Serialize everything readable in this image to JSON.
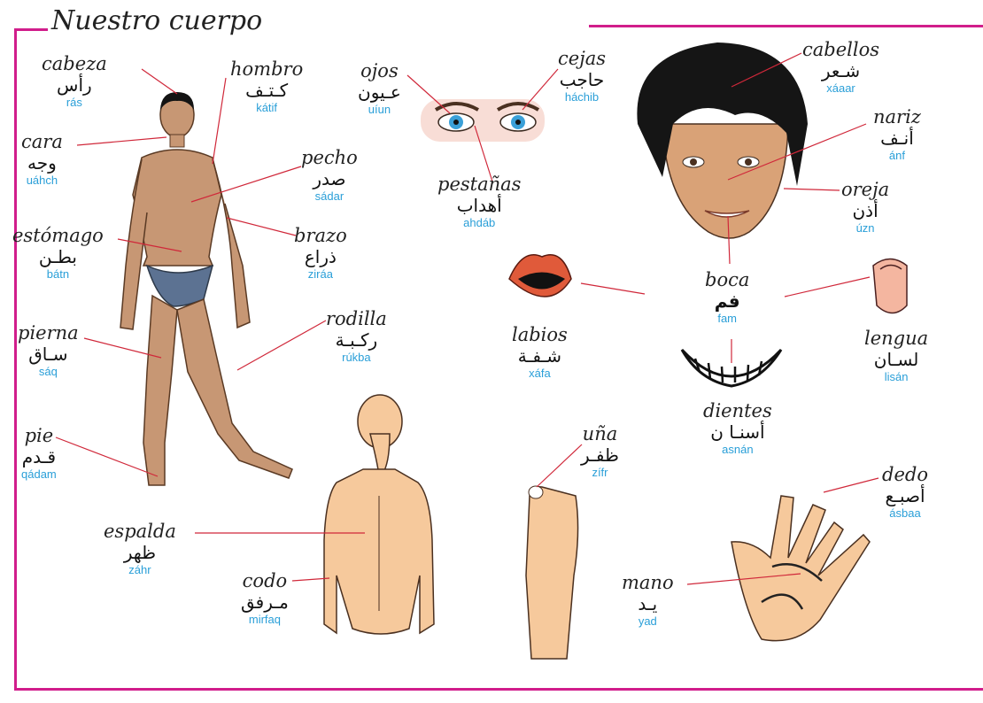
{
  "title": "Nuestro cuerpo",
  "colors": {
    "frame": "#d11d8b",
    "transliteration": "#2a9fd8",
    "leader_line": "#d0283a",
    "skin": "#c79774",
    "skin_light": "#f6c99c"
  },
  "labels": {
    "cabeza": {
      "es": "cabeza",
      "ar": "رأس",
      "tr": "rás"
    },
    "hombro": {
      "es": "hombro",
      "ar": "كـتـف",
      "tr": "kátif"
    },
    "cara": {
      "es": "cara",
      "ar": "وجه",
      "tr": "uáhch"
    },
    "pecho": {
      "es": "pecho",
      "ar": "صدر",
      "tr": "sádar"
    },
    "estomago": {
      "es": "estómago",
      "ar": "بطـن",
      "tr": "bátn"
    },
    "brazo": {
      "es": "brazo",
      "ar": "ذراع",
      "tr": "ziráa"
    },
    "pierna": {
      "es": "pierna",
      "ar": "سـاق",
      "tr": "sáq"
    },
    "rodilla": {
      "es": "rodilla",
      "ar": "ركـبـة",
      "tr": "rúkba"
    },
    "pie": {
      "es": "pie",
      "ar": "قـدم",
      "tr": "qádam"
    },
    "espalda": {
      "es": "espalda",
      "ar": "ظهر",
      "tr": "záhr"
    },
    "codo": {
      "es": "codo",
      "ar": "مـرفق",
      "tr": "mirfaq"
    },
    "ojos": {
      "es": "ojos",
      "ar": "عـيون",
      "tr": "uíun"
    },
    "cejas": {
      "es": "cejas",
      "ar": "حاجب",
      "tr": "háchib"
    },
    "pestanas": {
      "es": "pestañas",
      "ar": "أهداب",
      "tr": "ahdáb"
    },
    "cabellos": {
      "es": "cabellos",
      "ar": "شـعر",
      "tr": "xáaar"
    },
    "nariz": {
      "es": "nariz",
      "ar": "أنـف",
      "tr": "ánf"
    },
    "oreja": {
      "es": "oreja",
      "ar": "أذن",
      "tr": "úzn"
    },
    "boca": {
      "es": "boca",
      "ar": "فم",
      "tr": "fam"
    },
    "labios": {
      "es": "labios",
      "ar": "شـفـة",
      "tr": "xáfa"
    },
    "lengua": {
      "es": "lengua",
      "ar": "لسـان",
      "tr": "lisán"
    },
    "dientes": {
      "es": "dientes",
      "ar": "أسنـا ن",
      "tr": "asnán"
    },
    "una": {
      "es": "uña",
      "ar": "ظفـر",
      "tr": "zífr"
    },
    "dedo": {
      "es": "dedo",
      "ar": "أصبـع",
      "tr": "ásbaa"
    },
    "mano": {
      "es": "mano",
      "ar": "يـد",
      "tr": "yad"
    }
  }
}
